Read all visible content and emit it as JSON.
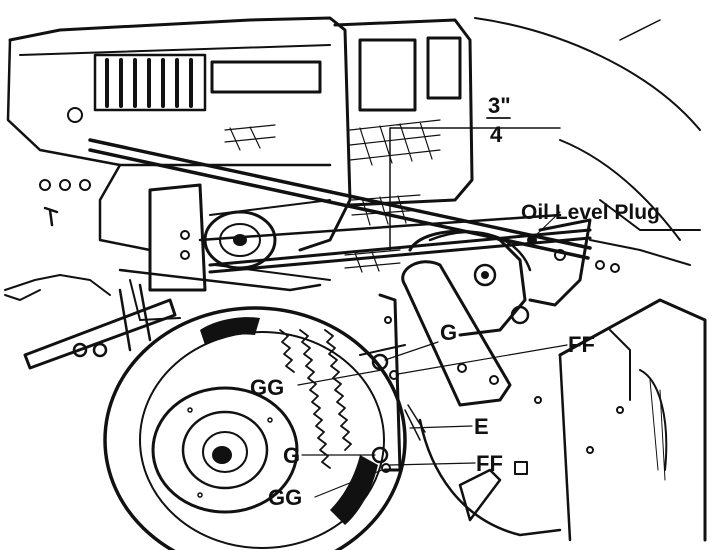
{
  "diagram": {
    "labels": {
      "fraction_numerator": "3\"",
      "fraction_denominator": "4",
      "oil_level_plug": "Oil Level Plug",
      "g_upper": "G",
      "ff_upper": "FF",
      "gg_upper": "GG",
      "e": "E",
      "g_lower": "G",
      "ff_lower": "FF",
      "gg_lower": "GG"
    }
  }
}
